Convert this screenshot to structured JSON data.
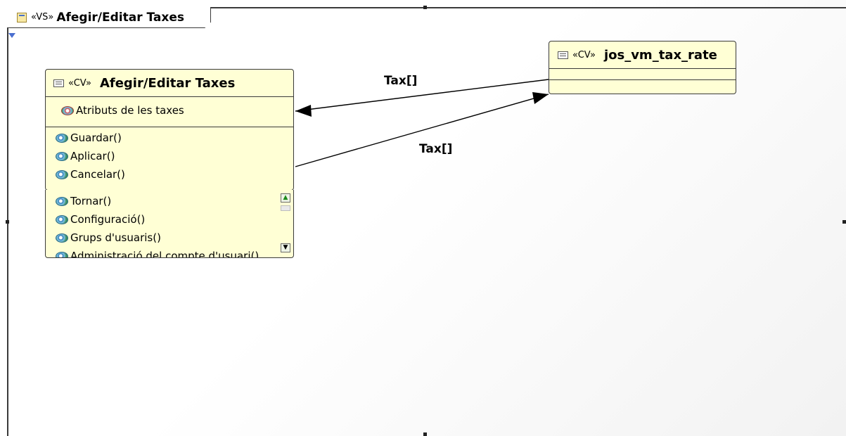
{
  "frame": {
    "stereotype": "«VS»",
    "title": "Afegir/Editar Taxes"
  },
  "class_main": {
    "stereotype": "«CV»",
    "name": "Afegir/Editar Taxes",
    "attributes": [
      "Atributs de les taxes"
    ],
    "operations": [
      "Guardar()",
      "Aplicar()",
      "Cancelar()"
    ],
    "more_operations": [
      "Tornar()",
      "Configuració()",
      "Grups d'usuaris()",
      "Administració del compte d'usuari()"
    ]
  },
  "class_tax": {
    "stereotype": "«CV»",
    "name": "jos_vm_tax_rate"
  },
  "edges": [
    {
      "label": "Tax[]"
    },
    {
      "label": "Tax[]"
    }
  ],
  "icons": {
    "frame": "view-state-icon",
    "class": "class-icon",
    "attribute": "attribute-icon",
    "operation": "operation-icon"
  },
  "colors": {
    "class_fill": "#ffffd5",
    "border": "#3a3a3a"
  }
}
